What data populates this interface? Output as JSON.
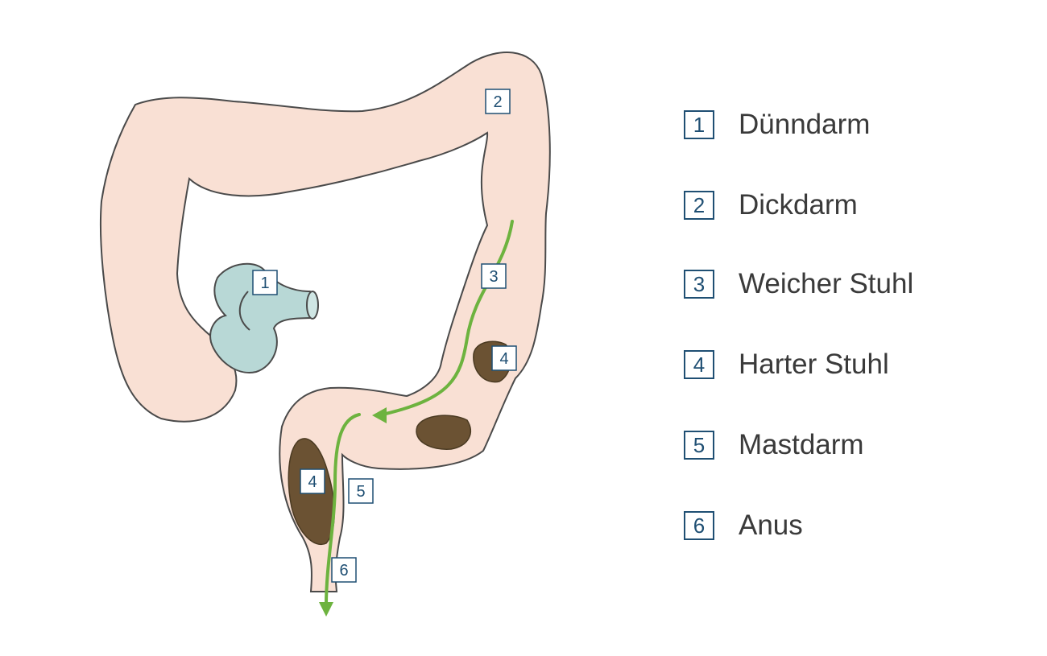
{
  "diagram_tags": {
    "small_intestine": "1",
    "large_intestine": "2",
    "soft_stool": "3",
    "hard_stool_upper": "4",
    "hard_stool_lower": "4",
    "rectum": "5",
    "anus": "6"
  },
  "legend": [
    {
      "num": "1",
      "label": "Dünndarm"
    },
    {
      "num": "2",
      "label": "Dickdarm"
    },
    {
      "num": "3",
      "label": "Weicher Stuhl"
    },
    {
      "num": "4",
      "label": "Harter Stuhl"
    },
    {
      "num": "5",
      "label": "Mastdarm"
    },
    {
      "num": "6",
      "label": "Anus"
    }
  ],
  "colors": {
    "colon_fill": "#f9e0d4",
    "colon_outline": "#4a4a4a",
    "small_intestine_fill": "#b8d8d6",
    "stool_fill": "#6b5233",
    "flow_arrow": "#6db33f",
    "tag_border": "#1f4f73"
  }
}
